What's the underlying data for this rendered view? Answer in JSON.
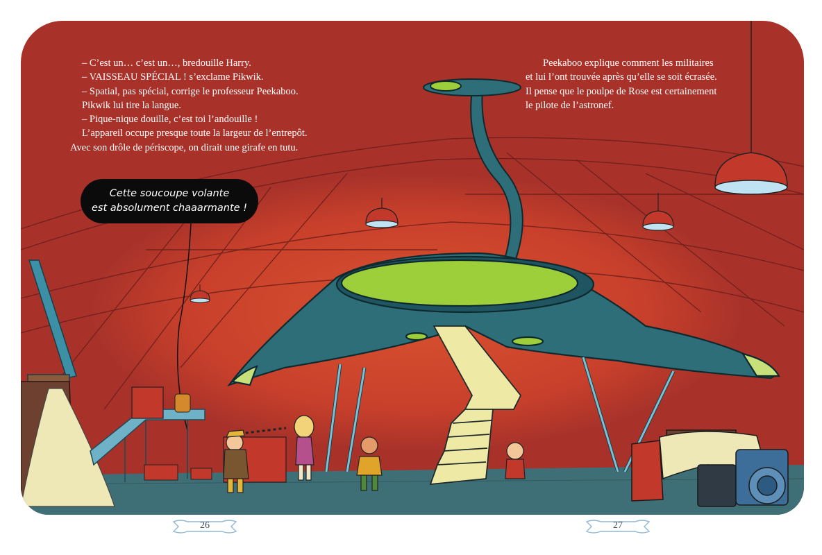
{
  "left_page": {
    "paragraphs": [
      "– C’est un… c’est un…, bredouille Harry.",
      "– VAISSEAU SPÉCIAL ! s’exclame Pikwik.",
      "– Spatial, pas spécial, corrige le professeur Peekaboo.",
      "Pikwik lui tire la langue.",
      "– Pique-nique douille, c’est toi l’andouille !",
      "L’appareil occupe presque toute la largeur de l’entrepôt.",
      "Avec son drôle de périscope, on dirait une girafe en tutu."
    ],
    "page_number": "26"
  },
  "right_page": {
    "lines": [
      "Peekaboo explique comment les militaires",
      "et lui l’ont trouvée après qu’elle se soit écrasée.",
      "Il pense que le poulpe de Rose est certainement",
      "le pilote de l’astronef."
    ],
    "page_number": "27"
  },
  "speech_bubble": {
    "line1": "Cette soucoupe volante",
    "line2": "est absolument chaaarmante !"
  },
  "colors": {
    "background_red": "#a8322a",
    "glow_red": "#d24a2e",
    "ship_teal": "#2d6e78",
    "ship_green": "#9ccf3a",
    "stair_yellow": "#efe9a6",
    "floor_teal": "#3f6f76",
    "folio_blue": "#8fb8d4"
  }
}
